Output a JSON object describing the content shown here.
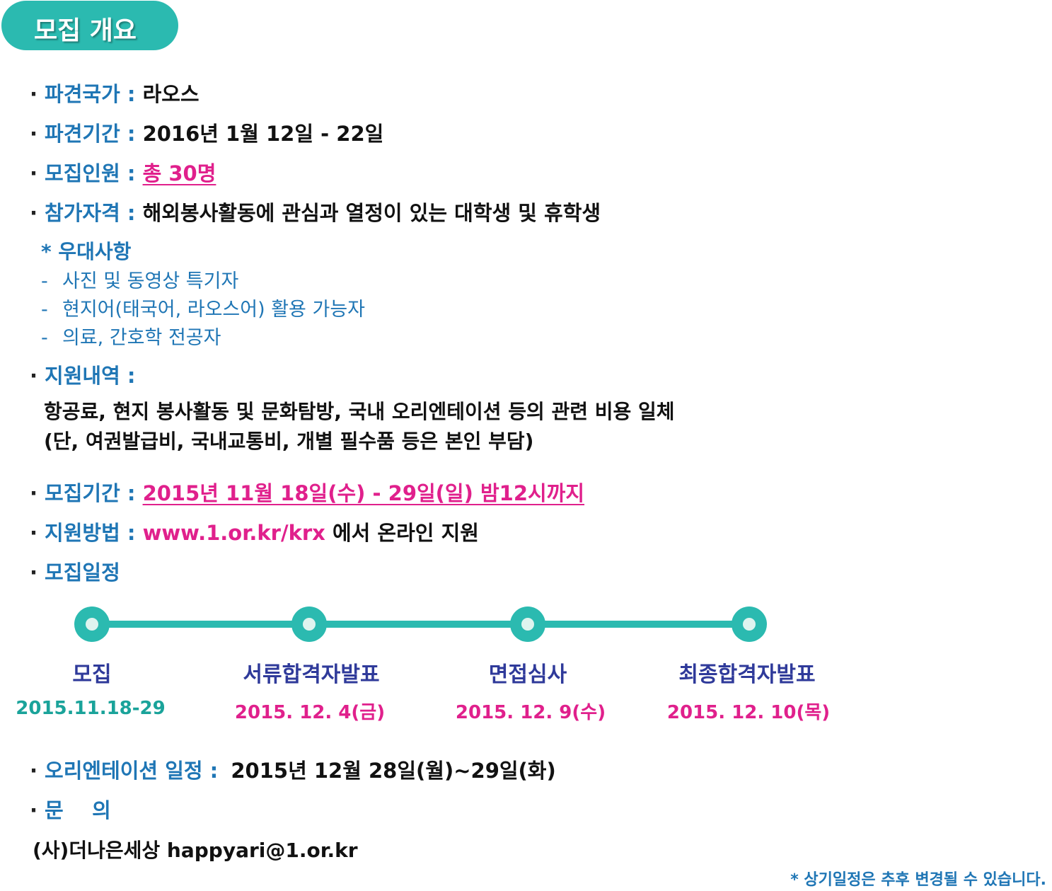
{
  "header": {
    "title": "모집 개요"
  },
  "items": {
    "country": {
      "bullet": "·",
      "label": "파견국가 :",
      "value": "라오스"
    },
    "period": {
      "bullet": "·",
      "label": "파견기간 :",
      "value": "2016년 1월 12일 - 22일"
    },
    "people": {
      "bullet": "·",
      "label": "모집인원 :",
      "value": "총 30명"
    },
    "qualification": {
      "bullet": "·",
      "label": "참가자격 :",
      "value": "해외봉사활동에 관심과 열정이 있는 대학생 및 휴학생"
    },
    "preference": {
      "title": "* 우대사항",
      "list": [
        "사진 및 동영상 특기자",
        "현지어(태국어, 라오스어) 활용 가능자",
        "의료, 간호학 전공자"
      ],
      "dash": "-"
    },
    "support": {
      "bullet": "·",
      "label": "지원내역 :",
      "line1": "항공료, 현지 봉사활동 및 문화탐방, 국내 오리엔테이션 등의 관련 비용 일체",
      "line2": "(단, 여권발급비, 국내교통비, 개별 필수품 등은 본인 부담)"
    },
    "recruit_period": {
      "bullet": "·",
      "label": "모집기간 :",
      "value": "2015년 11월 18일(수) - 29일(일) 밤12시까지"
    },
    "apply": {
      "bullet": "·",
      "label": "지원방법 :",
      "url": "www.1.or.kr/krx",
      "value": " 에서 온라인 지원"
    },
    "schedule": {
      "bullet": "·",
      "label": "모집일정"
    },
    "orientation": {
      "bullet": "·",
      "label": "오리엔테이션 일정 :",
      "value": "2015년 12월 28일(월)~29일(화)"
    },
    "inquiry": {
      "bullet": "·",
      "label": "문    의",
      "value": "(사)더나은세상 happyari@1.or.kr"
    }
  },
  "timeline": [
    {
      "name": "모집",
      "date": "2015.11.18-29"
    },
    {
      "name": "서류합격자발표",
      "date": "2015. 12. 4(금)"
    },
    {
      "name": "면접심사",
      "date": "2015. 12. 9(수)"
    },
    {
      "name": "최종합격자발표",
      "date": "2015. 12. 10(목)"
    }
  ],
  "footnote": "* 상기일정은 추후 변경될 수 있습니다.",
  "colors": {
    "teal": "#2bbab0",
    "label_blue": "#1f76b5",
    "pink": "#e0208c",
    "step_navy": "#2f3a9a"
  }
}
